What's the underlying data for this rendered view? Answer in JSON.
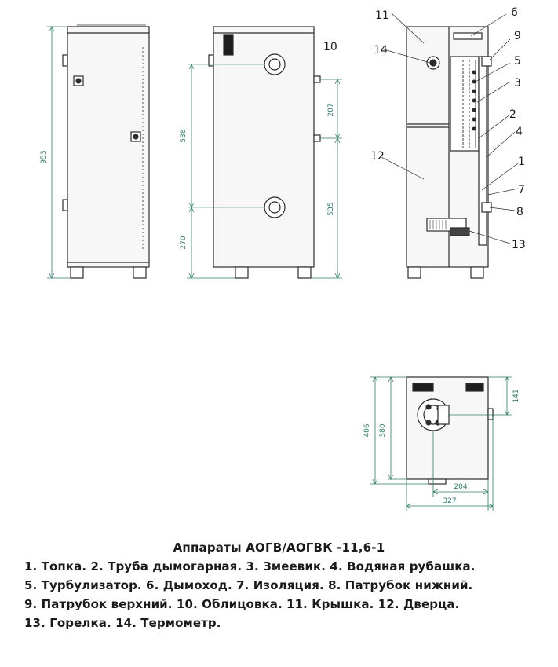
{
  "diagram": {
    "title": "Аппараты АОГВ/АОГВК -11,6-1",
    "legend_lines": [
      "1. Топка. 2. Труба дымогарная. 3. Змеевик. 4. Водяная рубашка.",
      "5. Турбулизатор. 6. Дымоход. 7. Изоляция. 8. Патрубок нижний.",
      "9. Патрубок верхний. 10. Облицовка. 11. Крышка. 12. Дверца.",
      "13. Горелка. 14. Термометр."
    ],
    "dimensions": {
      "front_height": "953",
      "side_upper": "538",
      "side_lower": "270",
      "side_pipe_gap": "207",
      "side_lower_right": "535",
      "top_depth_total": "406",
      "top_depth_body": "380",
      "top_offset": "141",
      "top_width_inner": "204",
      "top_width_total": "327"
    },
    "callouts": {
      "c1": "1",
      "c2": "2",
      "c3": "3",
      "c4": "4",
      "c5": "5",
      "c6": "6",
      "c7": "7",
      "c8": "8",
      "c9": "9",
      "c10": "10",
      "c11": "11",
      "c12": "12",
      "c13": "13",
      "c14": "14"
    },
    "colors": {
      "line": "#2b2b2b",
      "dimension": "#2f7a68",
      "fill": "#f4f4f4"
    }
  }
}
